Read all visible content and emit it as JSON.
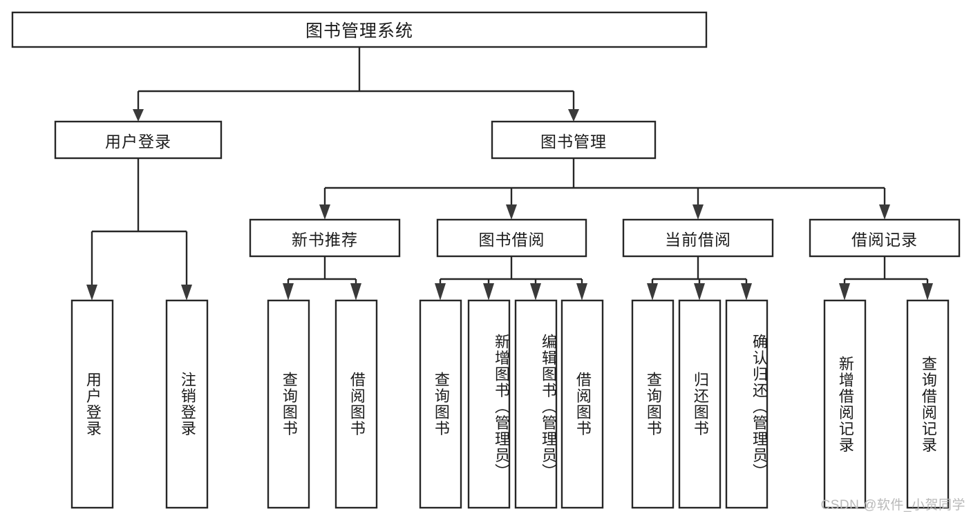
{
  "diagram": {
    "type": "tree",
    "title": "图书管理系统",
    "watermark": "CSDN @软件_小贺同学",
    "colors": {
      "stroke": "#262626",
      "fill": "#ffffff",
      "text": "#1b1b1b",
      "arrow": "#3a3a3a",
      "watermark": "#b9b9b9"
    },
    "root": {
      "label": "图书管理系统"
    },
    "level2": [
      {
        "label": "用户登录"
      },
      {
        "label": "图书管理"
      }
    ],
    "level3": [
      {
        "label": "新书推荐"
      },
      {
        "label": "图书借阅"
      },
      {
        "label": "当前借阅"
      },
      {
        "label": "借阅记录"
      }
    ],
    "leaves": {
      "user_login": [
        {
          "label": "用户登录"
        },
        {
          "label": "注销登录"
        }
      ],
      "new_book_recommend": [
        {
          "label": "查询图书"
        },
        {
          "label": "借阅图书"
        }
      ],
      "book_borrow": [
        {
          "label": "查询图书"
        },
        {
          "label": "新增图书（管理员）"
        },
        {
          "label": "编辑图书（管理员）"
        },
        {
          "label": "借阅图书"
        }
      ],
      "current_borrow": [
        {
          "label": "查询图书"
        },
        {
          "label": "归还图书"
        },
        {
          "label": "确认归还（管理员）"
        }
      ],
      "borrow_record": [
        {
          "label": "新增借阅记录"
        },
        {
          "label": "查询借阅记录"
        }
      ]
    }
  }
}
